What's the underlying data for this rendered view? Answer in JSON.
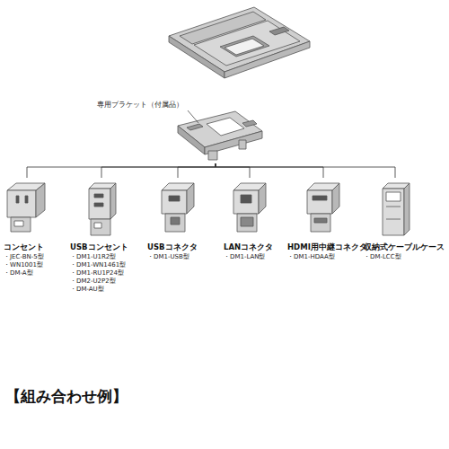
{
  "diagram": {
    "title": "【組み合わせ例】",
    "nodes": [
      {
        "text": [
          "専用ブラケット（付属品）"
        ]
      },
      {
        "text": [
          "コンセント",
          "・JEC-BN-5型",
          "・WN1001型",
          "・DM-A型"
        ]
      },
      {
        "text": [
          "USBコンセント",
          "・DM1-U1R2型",
          "・DM1-WN1461型",
          "・DM1-RU1P24型",
          "・DM2-U2P2型",
          "・DM-AU型"
        ]
      },
      {
        "text": [
          "USBコネクタ",
          "・DM1-USB型"
        ]
      },
      {
        "text": [
          "LANコネクタ",
          "・DM1-LAN型"
        ]
      },
      {
        "text": [
          "HDMI用中継コネクタ",
          "・DM1-HDAA型"
        ]
      },
      {
        "text": [
          "収納式ケーブルケース",
          "・DM-LCC型"
        ]
      }
    ],
    "edges": [
      {
        "from": 0,
        "to": 1,
        "arrow": "none"
      },
      {
        "from": 0,
        "to": 2,
        "arrow": "none"
      },
      {
        "from": 0,
        "to": 3,
        "arrow": "none"
      },
      {
        "from": 0,
        "to": 4,
        "arrow": "none"
      },
      {
        "from": 0,
        "to": 5,
        "arrow": "none"
      },
      {
        "from": 0,
        "to": 6,
        "arrow": "none"
      }
    ]
  }
}
